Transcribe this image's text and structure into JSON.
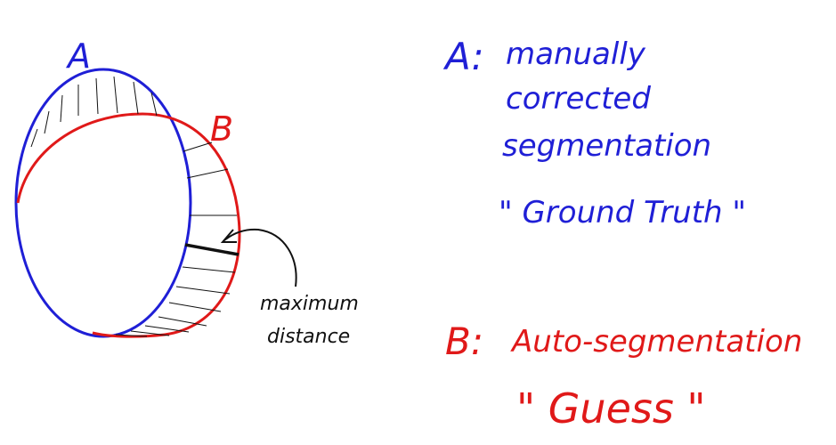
{
  "colors": {
    "a": "#1f1fd6",
    "b": "#e01919",
    "ink": "#111111"
  },
  "diagram": {
    "label_a": "A",
    "label_b": "B",
    "annotation_line1": "maximum",
    "annotation_line2": "distance"
  },
  "legend": {
    "a_prefix": "A:",
    "a_line1": "manually",
    "a_line2": "corrected",
    "a_line3": "segmentation",
    "a_quote": "\" Ground Truth \"",
    "b_prefix": "B:",
    "b_line1": "Auto-segmentation",
    "b_quote": "\" Guess \""
  }
}
